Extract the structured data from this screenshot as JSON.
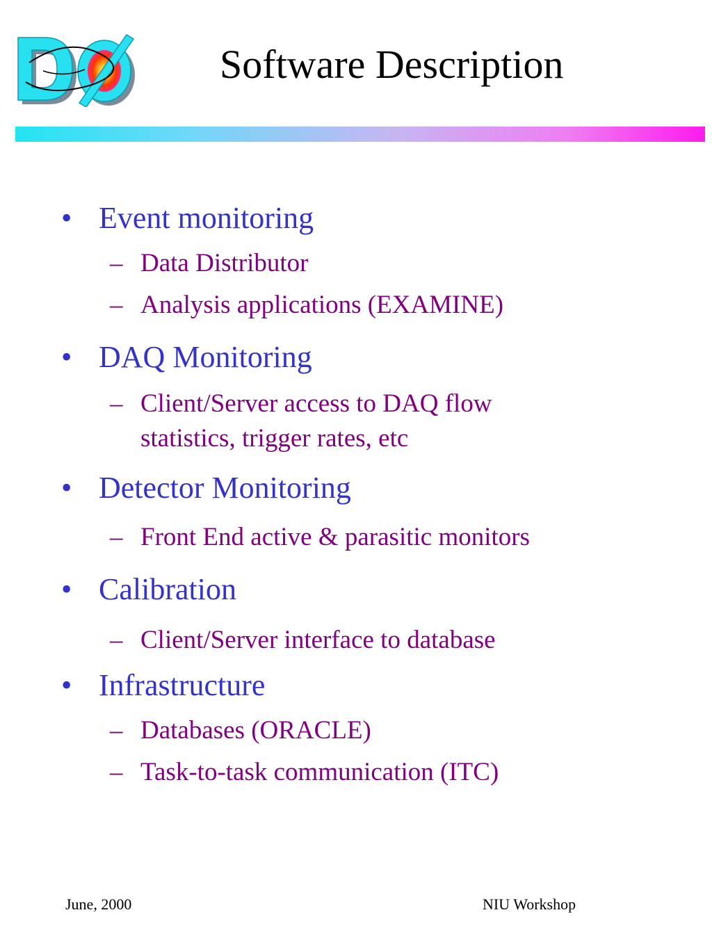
{
  "slide": {
    "title": "Software Description",
    "logo_text": "DØ",
    "accent_colors": {
      "level1": "#3333cc",
      "level2": "#800080"
    },
    "items": [
      {
        "text": "Event monitoring",
        "sub": [
          "Data Distributor",
          "Analysis applications (EXAMINE)"
        ]
      },
      {
        "text": "DAQ Monitoring",
        "sub": [
          "Client/Server access to DAQ flow",
          "statistics, trigger rates, etc"
        ]
      },
      {
        "text": "Detector Monitoring",
        "sub": [
          "Front End active & parasitic monitors"
        ]
      },
      {
        "text": "Calibration",
        "sub": [
          "Client/Server interface to database"
        ]
      },
      {
        "text": "Infrastructure",
        "sub": [
          "Databases (ORACLE)",
          "Task-to-task communication (ITC)"
        ]
      }
    ],
    "bullet_mark": "•",
    "dash_mark": "–"
  },
  "footer": {
    "left": "June, 2000",
    "right": "NIU Workshop"
  }
}
